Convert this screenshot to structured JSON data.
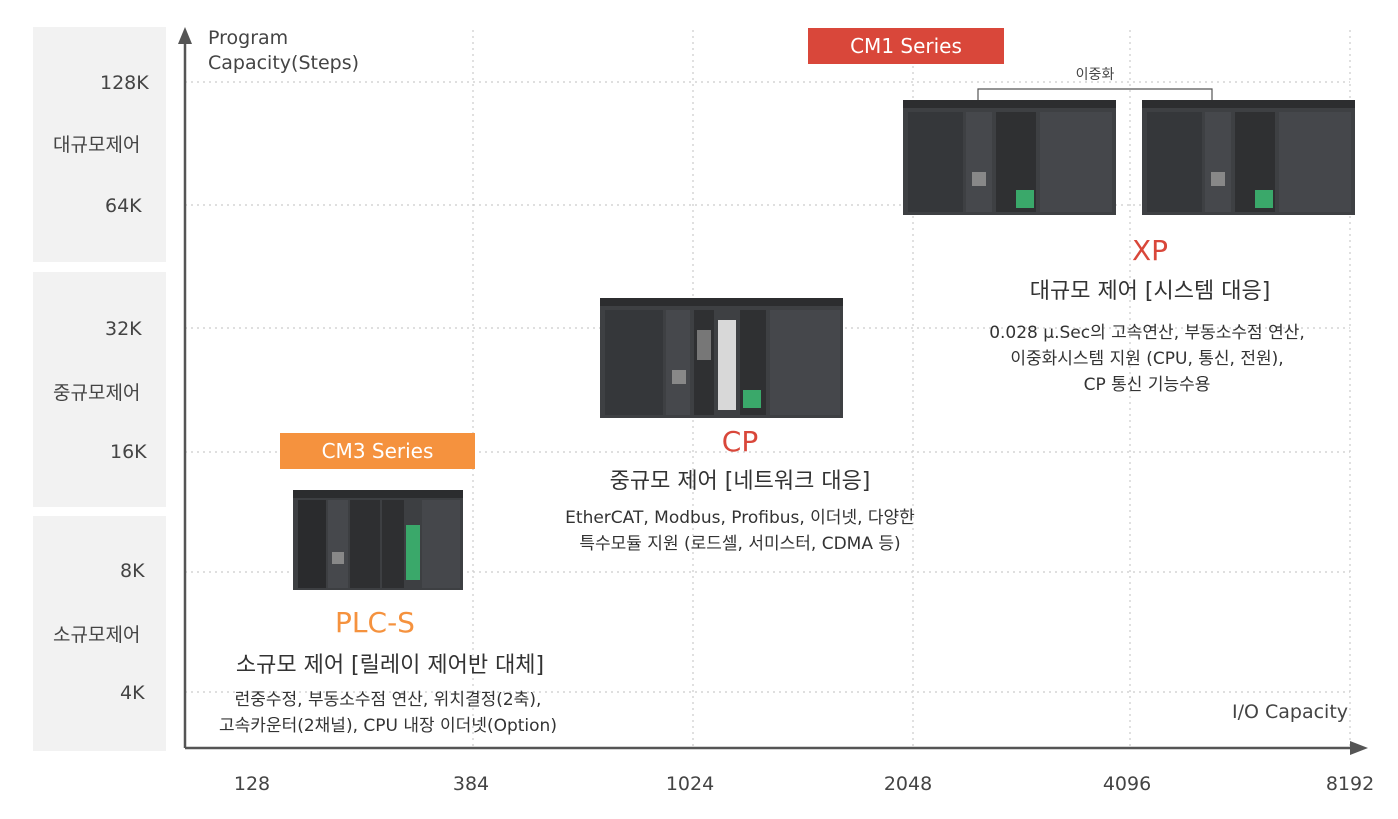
{
  "axes": {
    "y_title_line1": "Program",
    "y_title_line2": "Capacity(Steps)",
    "x_title": "I/O Capacity",
    "y_ticks": [
      "128K",
      "64K",
      "32K",
      "16K",
      "8K",
      "4K"
    ],
    "x_ticks": [
      "128",
      "384",
      "1024",
      "2048",
      "4096",
      "8192"
    ]
  },
  "zones": {
    "large": "대규모제어",
    "medium": "중규모제어",
    "small": "소규모제어"
  },
  "series": {
    "cm1": {
      "label": "CM1 Series",
      "color": "#d9473a"
    },
    "cm3": {
      "label": "CM3 Series",
      "color": "#f5923e"
    }
  },
  "products": {
    "plcs": {
      "name": "PLC-S",
      "subtitle": "소규모 제어 [릴레이 제어반 대체]",
      "desc_line1": "런중수정, 부동소수점 연산, 위치결정(2축),",
      "desc_line2": "고속카운터(2채널), CPU 내장 이더넷(Option)",
      "color": "#f5923e"
    },
    "cp": {
      "name": "CP",
      "subtitle": "중규모 제어 [네트워크 대응]",
      "desc_line1": "EtherCAT, Modbus, Profibus, 이더넷, 다양한",
      "desc_line2": "특수모듈 지원 (로드셀, 서미스터, CDMA 등)",
      "color": "#d9473a"
    },
    "xp": {
      "name": "XP",
      "subtitle": "대규모 제어 [시스템 대응]",
      "desc_line1": "0.028 μ.Sec의 고속연산, 부동소수점 연산,",
      "desc_line2": "이중화시스템 지원 (CPU, 통신, 전원),",
      "desc_line3": "CP 통신 기능수용",
      "redundancy_label": "이중화",
      "color": "#d9473a"
    }
  },
  "colors": {
    "axis": "#555555",
    "grid": "#cccccc",
    "band": "#f2f2f2",
    "module_dark": "#3a3c3f",
    "module_mid": "#4a4c50"
  }
}
